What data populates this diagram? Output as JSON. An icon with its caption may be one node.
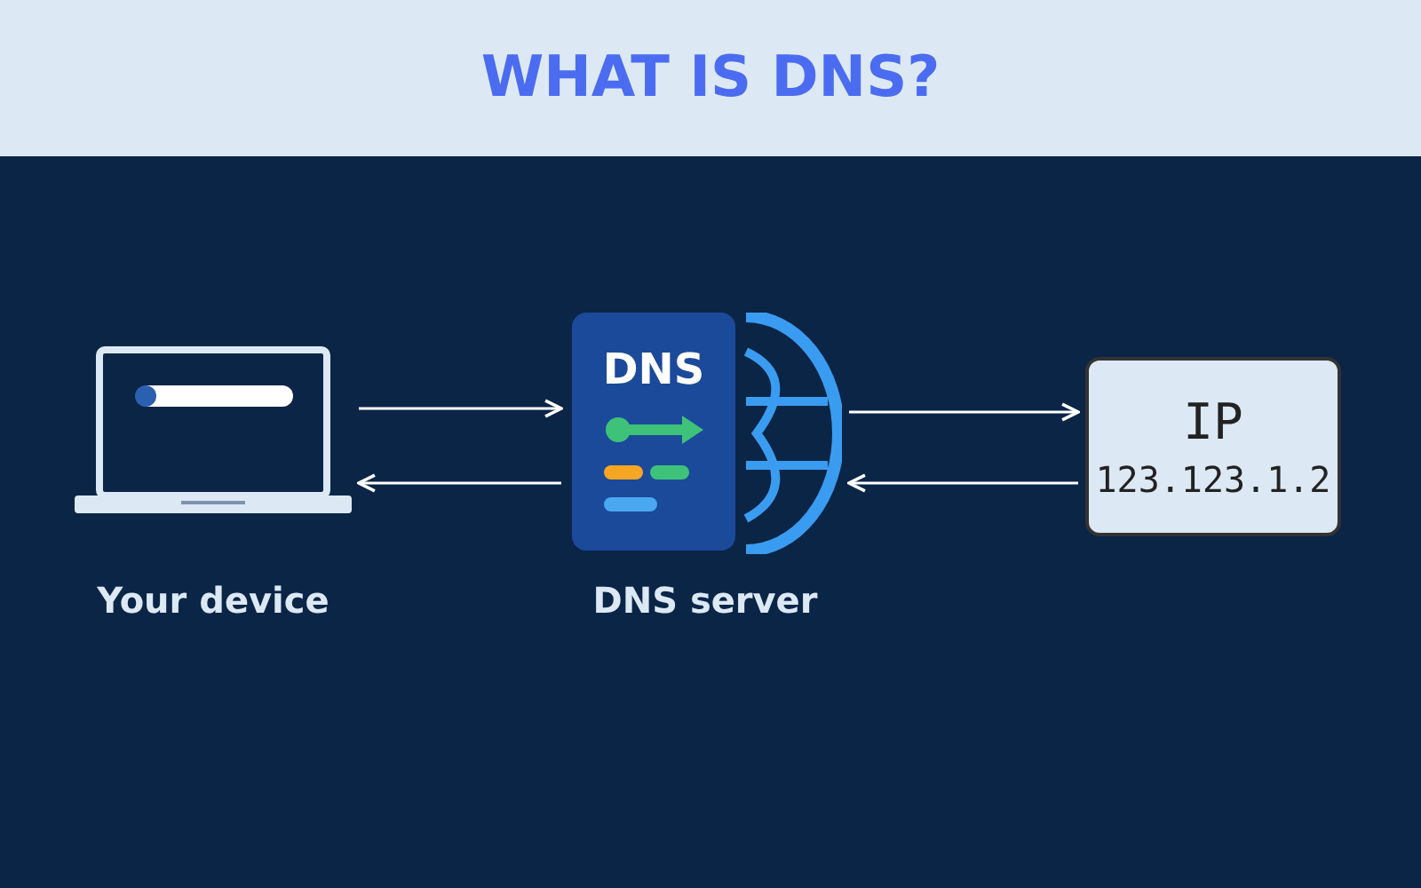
{
  "diagram": {
    "title": "WHAT IS DNS?",
    "nodes": [
      {
        "text": [],
        "shape": "picture",
        "beside": [
          "Your device"
        ]
      },
      {
        "text": [
          "DNS"
        ],
        "beside": [
          "DNS server"
        ]
      },
      {
        "text": [
          "IP",
          "123.123.1.2"
        ]
      }
    ],
    "edges": [
      {
        "from": 0,
        "to": 1,
        "arrow": "to"
      },
      {
        "from": 1,
        "to": 0,
        "arrow": "to"
      },
      {
        "from": 1,
        "to": 2,
        "arrow": "to"
      },
      {
        "from": 2,
        "to": 1,
        "arrow": "to"
      }
    ]
  }
}
